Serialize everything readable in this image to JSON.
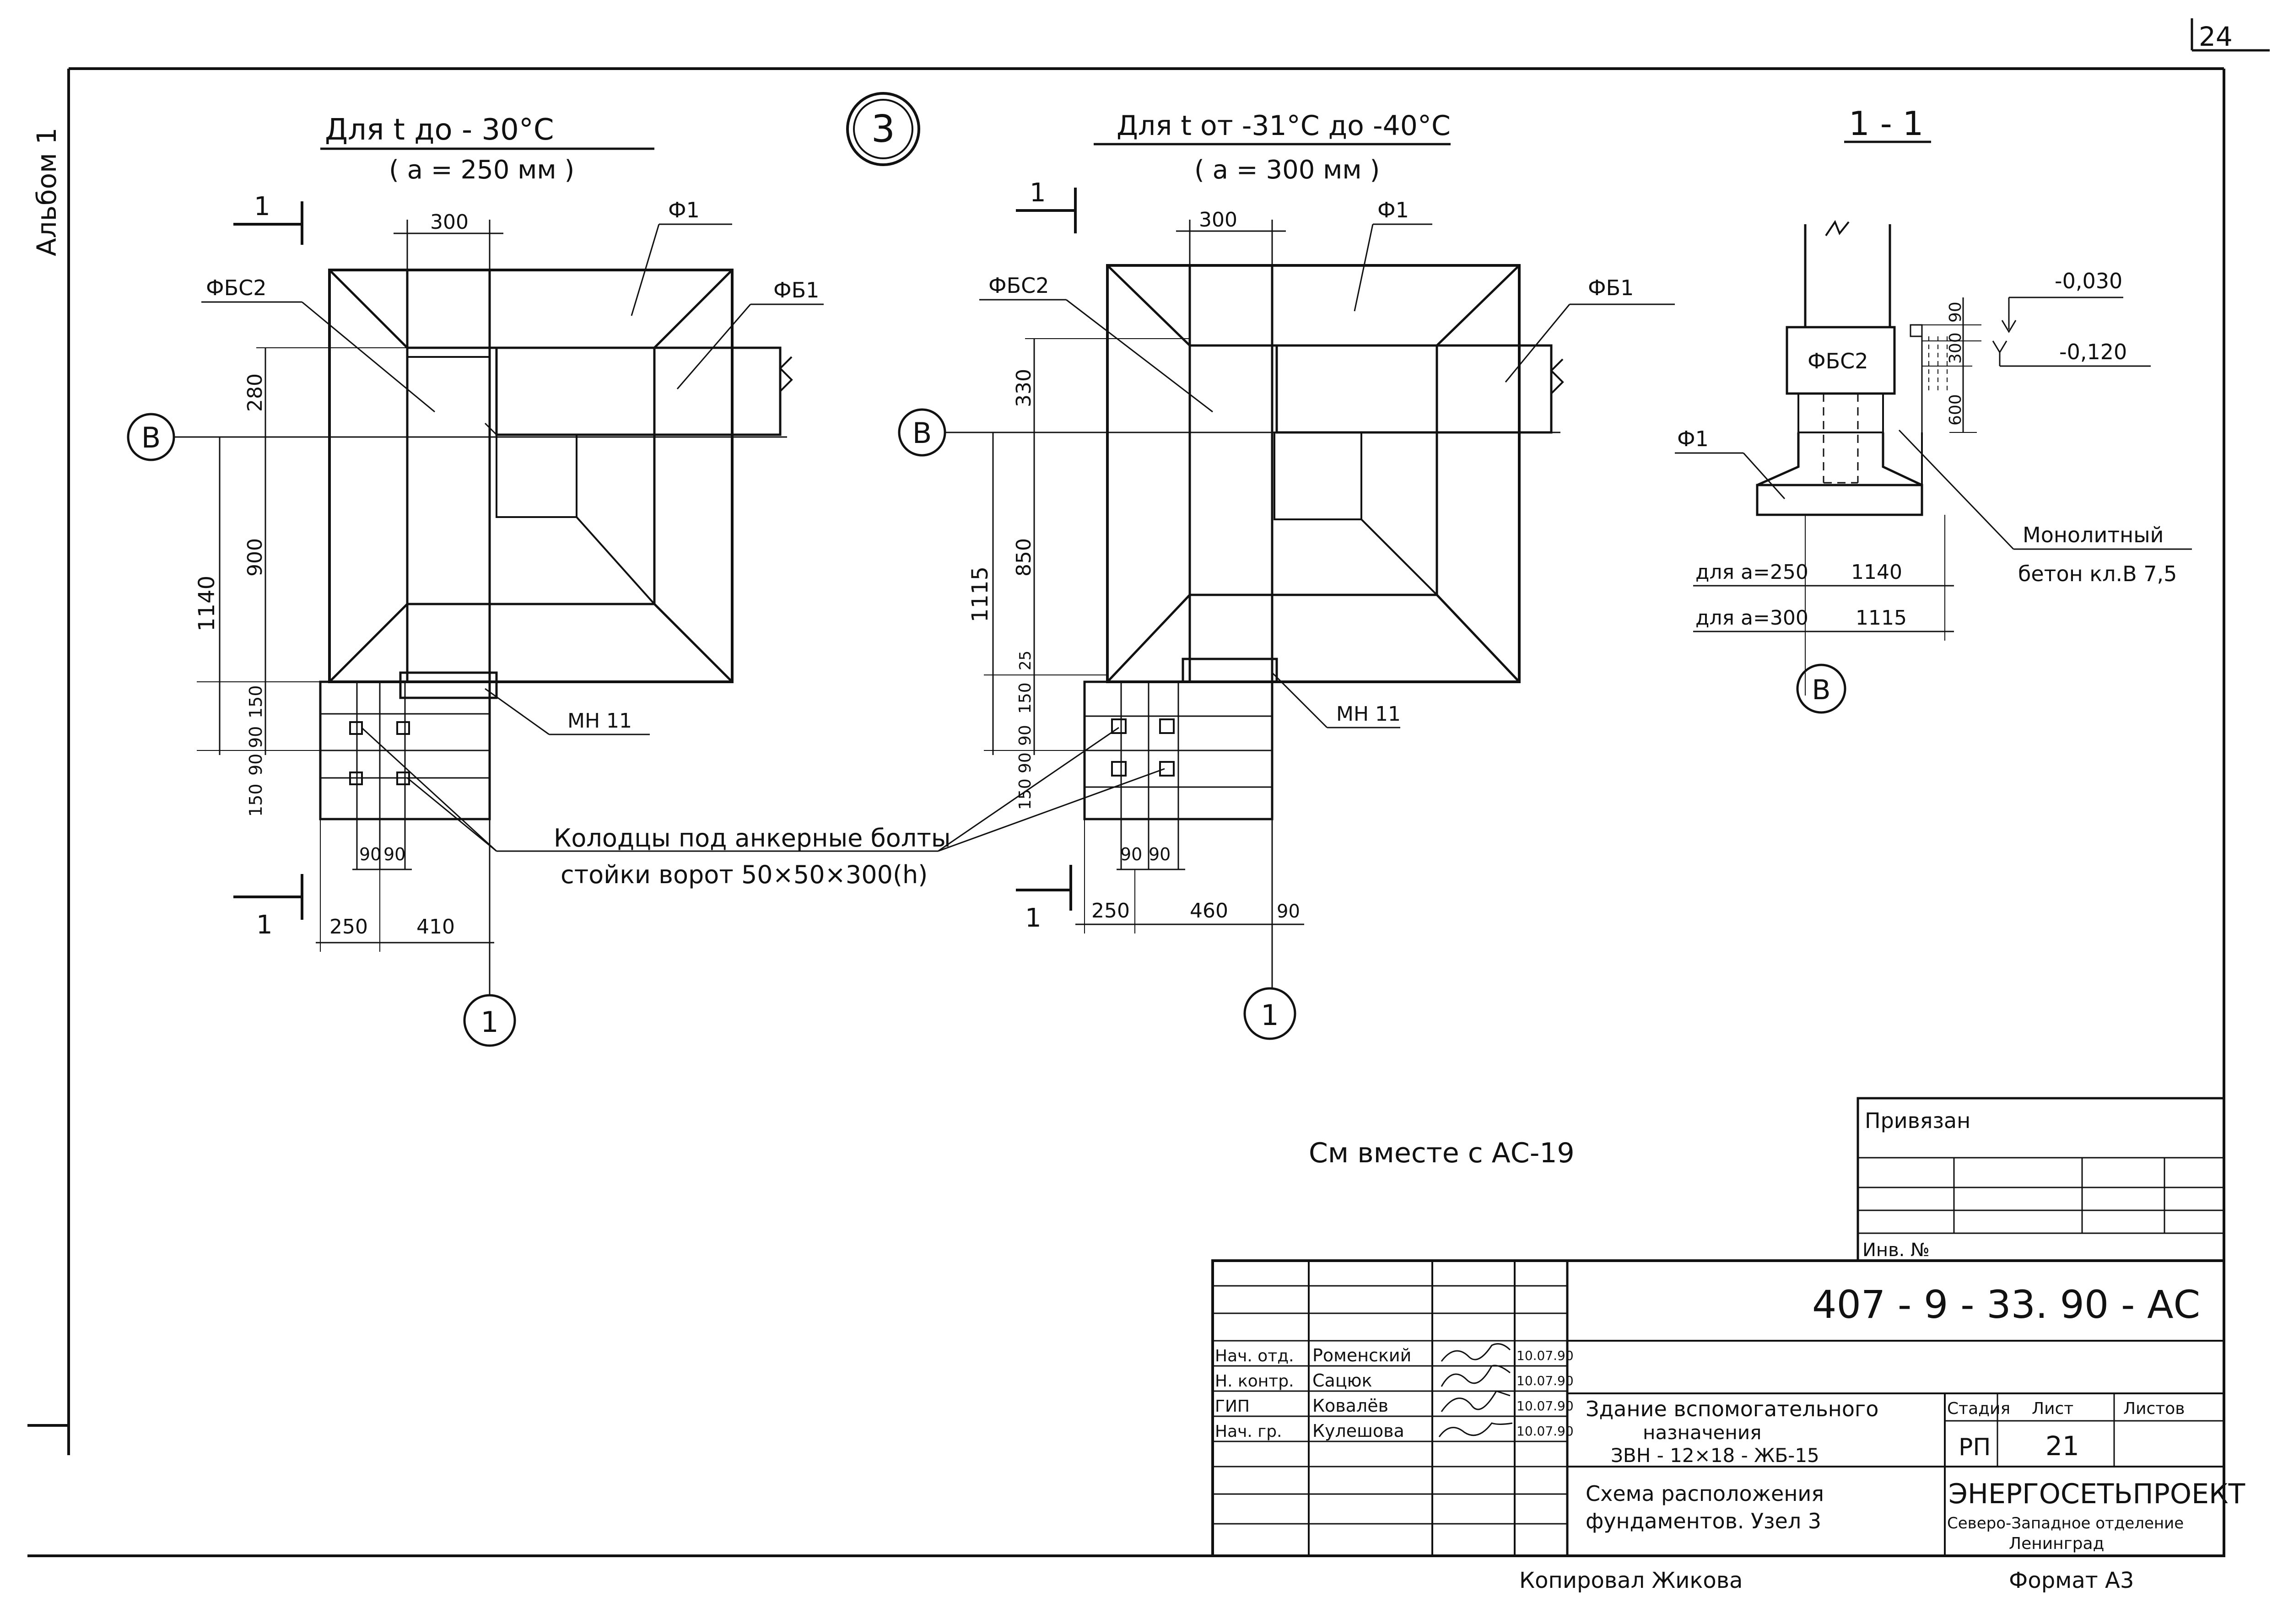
{
  "sheet": {
    "page_number": "24",
    "album_label": "Альбом 1",
    "node_number": "3",
    "copied_by": "Копировал Жикова",
    "format": "Формат А3",
    "note": "См вместе с АС-19"
  },
  "left_detail": {
    "title": "Для t до - 30°C",
    "subtitle": "( a = 250 мм )",
    "axis_b": "В",
    "axis_1": "1",
    "section_mark": "1",
    "labels": {
      "fbs": "ФБС2",
      "f": "Ф1",
      "fb": "ФБ1",
      "mn": "МН 11"
    },
    "dims": {
      "top_width": "300",
      "d280": "280",
      "d900": "900",
      "d1140": "1140",
      "d150a": "150",
      "d90a": "90",
      "d90b": "90",
      "d150b": "150",
      "d90c": "90",
      "d90d": "90",
      "d250": "250",
      "d410": "410"
    }
  },
  "right_detail": {
    "title": "Для t от -31°C до -40°C",
    "subtitle": "( a = 300 мм )",
    "axis_b": "В",
    "axis_1": "1",
    "section_mark": "1",
    "labels": {
      "fbs": "ФБС2",
      "f": "Ф1",
      "fb": "ФБ1",
      "mn": "МН 11"
    },
    "dims": {
      "top_width": "300",
      "d330": "330",
      "d850": "850",
      "d1115": "1115",
      "d25": "25",
      "d150a": "150",
      "d90a": "90",
      "d90b": "90",
      "d150b": "150",
      "d90c": "90",
      "d90d": "90",
      "d250": "250",
      "d460": "460",
      "d90e": "90"
    }
  },
  "anchor_note": {
    "line1": "Колодцы под анкерные болты",
    "line2": "стойки ворот 50×50×300(h)"
  },
  "section": {
    "title": "1 - 1",
    "fbs": "ФБС2",
    "f": "Ф1",
    "level_top": "-0,030",
    "level_bottom": "-0,120",
    "d90": "90",
    "d300": "300",
    "d600": "600",
    "concrete_line1": "Монолитный",
    "concrete_line2": "бетон кл.В 7,5",
    "row1_label": "для a=250",
    "row1_value": "1140",
    "row2_label": "для a=300",
    "row2_value": "1115",
    "axis_b": "В"
  },
  "title_block": {
    "privyazan": "Привязан",
    "inv_no": "Инв. №",
    "code": "407 - 9 - 33. 90 - АС",
    "roles": [
      "Нач. отд.",
      "Н. контр.",
      "ГИП",
      "Нач. гр."
    ],
    "names": [
      "Роменский",
      "Сацюк",
      "Ковалёв",
      "Кулешова"
    ],
    "dates": [
      "10.07.90",
      "10.07.90",
      "10.07.90",
      "10.07.90"
    ],
    "building_line1": "Здание вспомогательного",
    "building_line2": "назначения",
    "building_line3": "ЗВН - 12×18 - ЖБ-15",
    "drawing_line1": "Схема расположения",
    "drawing_line2": "фундаментов. Узел 3",
    "stage_header": "Стадия",
    "sheet_header": "Лист",
    "sheets_header": "Листов",
    "stage": "РП",
    "sheet_no": "21",
    "org_name": "ЭНЕРГОСЕТЬПРОЕКТ",
    "org_branch": "Северо-Западное отделение",
    "org_city": "Ленинград"
  }
}
